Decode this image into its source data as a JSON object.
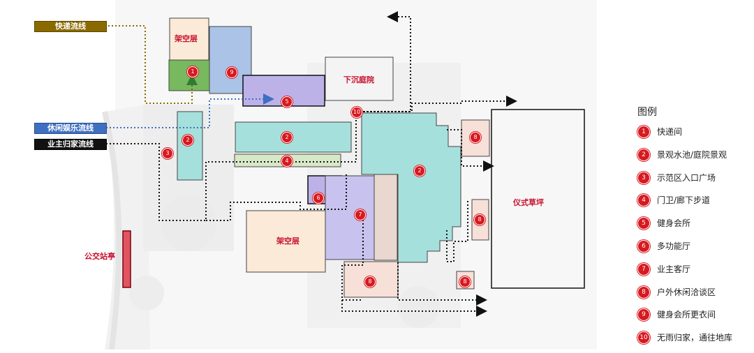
{
  "flow_labels": {
    "courier": "快递流线",
    "leisure": "休闲娱乐流线",
    "owner": "业主归家流线"
  },
  "zone_labels": {
    "stilt_top": "架空层",
    "sunken": "下沉庭院",
    "lawn": "仪式草坪",
    "stilt_center": "架空层",
    "bus": "公交站亭"
  },
  "markers": [
    "1",
    "9",
    "5",
    "3",
    "2",
    "2",
    "4",
    "10",
    "2",
    "6",
    "7",
    "8",
    "8",
    "8",
    "8"
  ],
  "legend": {
    "title": "图例",
    "items": [
      {
        "num": "1",
        "label": "快递间"
      },
      {
        "num": "2",
        "label": "景观水池/庭院景观"
      },
      {
        "num": "3",
        "label": "示范区入口广场"
      },
      {
        "num": "4",
        "label": "门卫/廊下步道"
      },
      {
        "num": "5",
        "label": "健身会所"
      },
      {
        "num": "6",
        "label": "多功能厅"
      },
      {
        "num": "7",
        "label": "业主客厅"
      },
      {
        "num": "8",
        "label": "户外休闲洽谈区"
      },
      {
        "num": "9",
        "label": "健身会所更衣间"
      },
      {
        "num": "10",
        "label": "无雨归家，通往地库"
      }
    ]
  },
  "colors": {
    "courier": "#8a6a00",
    "leisure": "#3f6fc1",
    "owner": "#111111",
    "marker": "#d71920"
  }
}
